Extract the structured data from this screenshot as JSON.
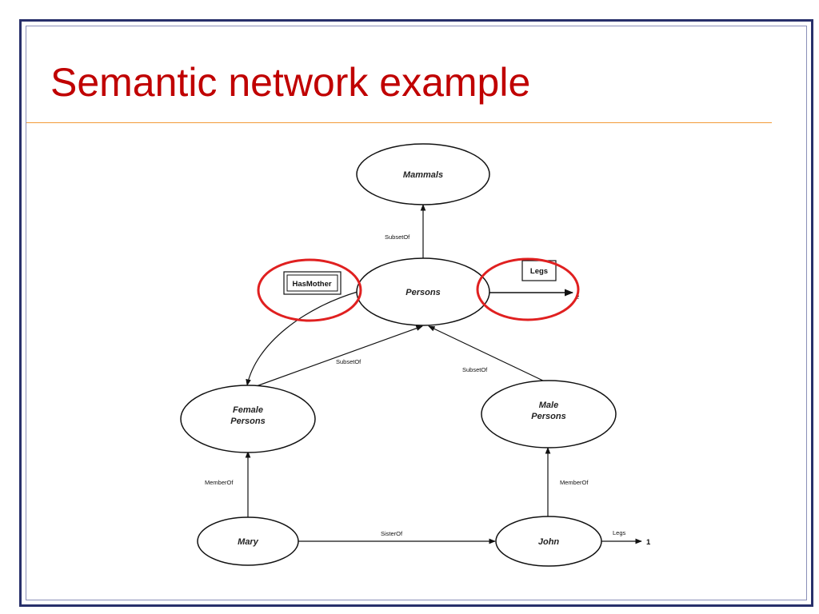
{
  "slide": {
    "title": "Semantic network example"
  },
  "diagram": {
    "nodes": {
      "mammals": "Mammals",
      "persons": "Persons",
      "female_persons_line1": "Female",
      "female_persons_line2": "Persons",
      "male_persons_line1": "Male",
      "male_persons_line2": "Persons",
      "mary": "Mary",
      "john": "John"
    },
    "edges": {
      "persons_mammals": "SubsetOf",
      "female_persons": "SubsetOf",
      "male_persons": "SubsetOf",
      "mary_female": "MemberOf",
      "john_male": "MemberOf",
      "mary_john": "SisterOf",
      "john_legs": "Legs",
      "john_legs_value": "1",
      "persons_legs_value": "2"
    },
    "boxes": {
      "has_mother": "HasMother",
      "legs": "Legs"
    },
    "highlight_color": "#e02020"
  }
}
